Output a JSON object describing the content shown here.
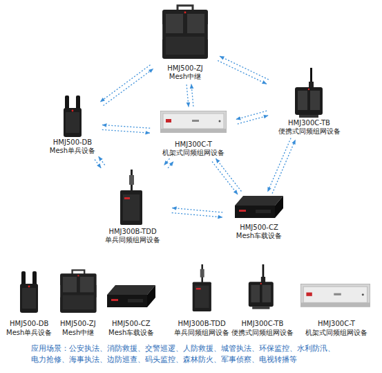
{
  "diagram": {
    "nodes": [
      {
        "text": [
          "HMJ500-ZJ",
          "Mesh中继"
        ]
      },
      {
        "text": [
          "HMJ500-DB",
          "Mesh单兵设备"
        ]
      },
      {
        "text": [
          "HMJ300C-T",
          "机架式同频组网设备"
        ]
      },
      {
        "text": [
          "HMJ300C-TB",
          "便携式同频组网设备"
        ]
      },
      {
        "text": [
          "HMJ300B-TDD",
          "单兵同频组网设备"
        ]
      },
      {
        "text": [
          "HMJ500-CZ",
          "Mesh车载设备"
        ]
      }
    ],
    "edges": [
      {
        "from": 0,
        "to": 1,
        "arrow": "both"
      },
      {
        "from": 0,
        "to": 3,
        "arrow": "both"
      },
      {
        "from": 0,
        "to": 2,
        "arrow": "both"
      },
      {
        "from": 1,
        "to": 2,
        "arrow": "both"
      },
      {
        "from": 2,
        "to": 3,
        "arrow": "both"
      },
      {
        "from": 1,
        "to": 4,
        "arrow": "both"
      },
      {
        "from": 2,
        "to": 4,
        "arrow": "both"
      },
      {
        "from": 2,
        "to": 5,
        "arrow": "both"
      },
      {
        "from": 3,
        "to": 5,
        "arrow": "both"
      },
      {
        "from": 4,
        "to": 5,
        "arrow": "both"
      }
    ],
    "labels": [
      "HMJ500-DB",
      "Mesh单兵设备",
      "HMJ500-ZJ",
      "Mesh中继",
      "HMJ500-CZ",
      "Mesh车载设备",
      "HMJ300B-TDD",
      "单兵同频组网设备",
      "HMJ300C-TB",
      "便携式同频组网设备",
      "HMJ300C-T",
      "机架式同频组网设备",
      "应用场景：公安执法、消防救援、交警巡逻、人防救援、城管执法、环保监控、水利防汛、",
      "电力抢修、海事执法、边防巡查、码头监控、森林防火、军事侦察、电视转播等"
    ]
  }
}
